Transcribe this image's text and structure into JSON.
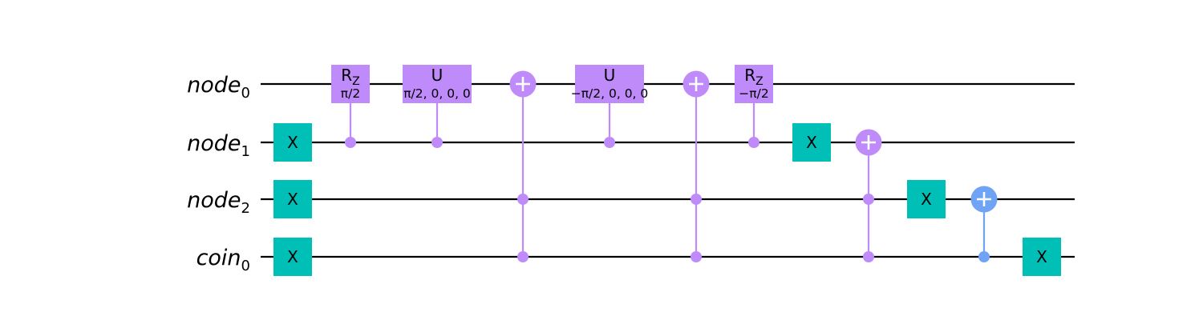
{
  "circuit": {
    "qubits": [
      {
        "name": "node",
        "index": "0"
      },
      {
        "name": "node",
        "index": "1"
      },
      {
        "name": "node",
        "index": "2"
      },
      {
        "name": "coin",
        "index": "0"
      }
    ],
    "colors": {
      "x_gate": "#00bfb6",
      "controlled": "#bf8af9",
      "cnot_plain": "#6fa3f6",
      "wire": "#000000"
    },
    "gates": [
      {
        "id": "x-node1",
        "type": "x",
        "label": "X",
        "qubit": 1
      },
      {
        "id": "x-node2",
        "type": "x",
        "label": "X",
        "qubit": 2
      },
      {
        "id": "x-coin0",
        "type": "x",
        "label": "X",
        "qubit": 3
      },
      {
        "id": "crz-1",
        "type": "crz",
        "label": "R",
        "sub": "Z",
        "param": "π/2",
        "target": 0,
        "controls": [
          1
        ]
      },
      {
        "id": "cu-1",
        "type": "cu",
        "label": "U",
        "param": "π/2, 0, 0, 0",
        "target": 0,
        "controls": [
          1
        ]
      },
      {
        "id": "ccx-1",
        "type": "mcx",
        "target": 0,
        "controls": [
          2,
          3
        ]
      },
      {
        "id": "cu-2",
        "type": "cu",
        "label": "U",
        "param": "−π/2, 0, 0, 0",
        "target": 0,
        "controls": [
          1
        ]
      },
      {
        "id": "ccx-2",
        "type": "mcx",
        "target": 0,
        "controls": [
          2,
          3
        ]
      },
      {
        "id": "crz-2",
        "type": "crz",
        "label": "R",
        "sub": "Z",
        "param": "−π/2",
        "target": 0,
        "controls": [
          1
        ]
      },
      {
        "id": "x-node1-b",
        "type": "x",
        "label": "X",
        "qubit": 1
      },
      {
        "id": "ccx-3",
        "type": "mcx",
        "target": 1,
        "controls": [
          2,
          3
        ]
      },
      {
        "id": "x-node2-b",
        "type": "x",
        "label": "X",
        "qubit": 2
      },
      {
        "id": "cx-1",
        "type": "cx",
        "target": 2,
        "controls": [
          3
        ]
      },
      {
        "id": "x-coin0-b",
        "type": "x",
        "label": "X",
        "qubit": 3
      }
    ]
  }
}
